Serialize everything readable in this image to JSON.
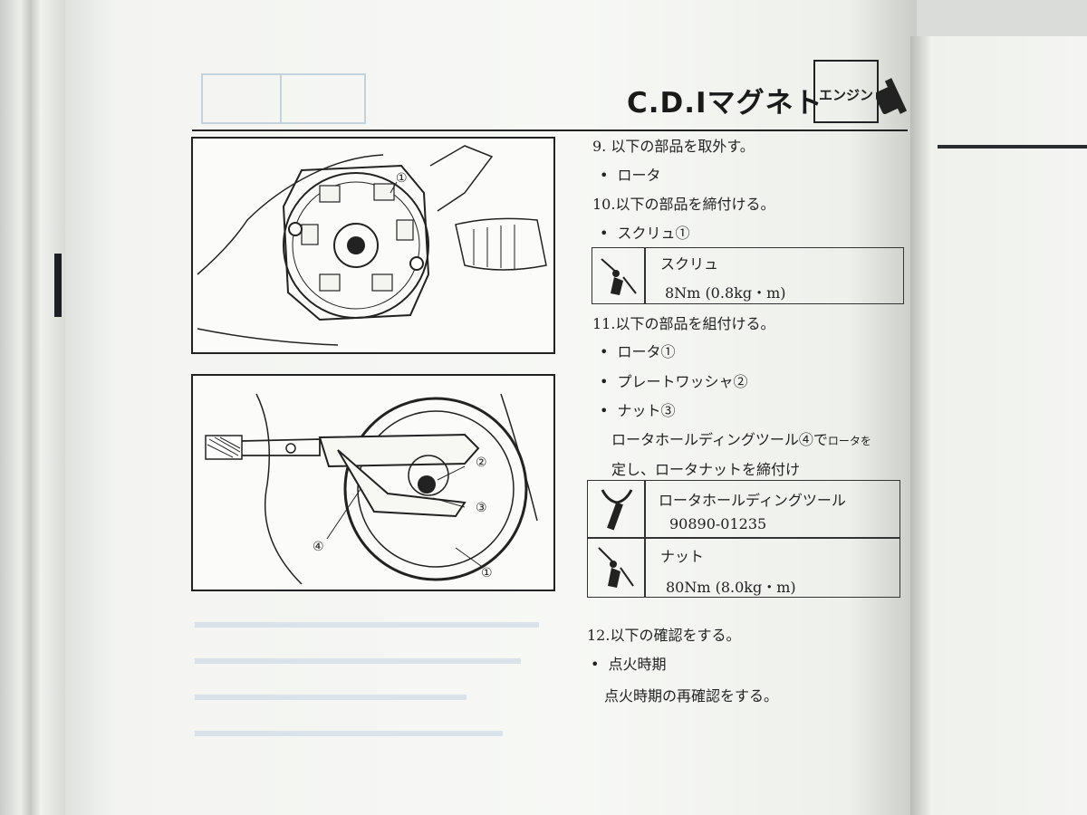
{
  "header": {
    "title": "C.D.Iマグネト",
    "section_tab": "エンジン"
  },
  "figure1": {
    "callout_1": "①"
  },
  "figure2": {
    "callout_1": "①",
    "callout_2": "②",
    "callout_3": "③",
    "callout_4": "④"
  },
  "steps": {
    "step9": "9. 以下の部品を取外す。",
    "step9_item1": "ロータ",
    "step10": "10.以下の部品を締付ける。",
    "step10_item1": "スクリュ①",
    "spec_screw": {
      "name": "スクリュ",
      "value": "8Nm (0.8kg・m)"
    },
    "step11": "11.以下の部品を組付ける。",
    "step11_item1": "ロータ①",
    "step11_item2": "プレートワッシャ②",
    "step11_item3": "ナット③",
    "step11_note_line1": "ロータホールディングツール④で",
    "step11_note_line1_small": "ロータを",
    "step11_note_line2": "定し、ロータナットを締付け",
    "spec_tool": {
      "name": "ロータホールディングツール",
      "part_no": "90890-01235"
    },
    "spec_nut": {
      "name": "ナット",
      "value": "80Nm (8.0kg・m)"
    },
    "step12": "12.以下の確認をする。",
    "step12_item1": "点火時期",
    "step12_note": "点火時期の再確認をする。"
  },
  "colors": {
    "ink": "#222222",
    "ghost_text": "#b6c6d6",
    "paper": "#f6f7f4"
  }
}
